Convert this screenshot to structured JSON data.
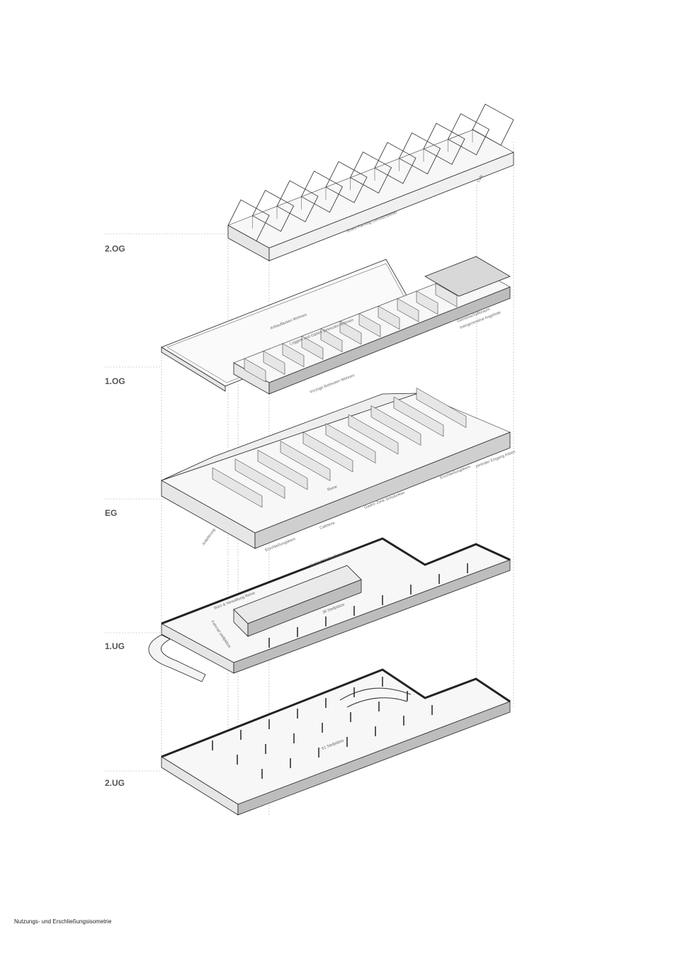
{
  "caption": "Nutzungs- und Erschließungsisometrie",
  "levels": {
    "og2": "2.OG",
    "og1": "1.OG",
    "eg": "EG",
    "ug1": "1.UG",
    "ug2": "2.UG"
  },
  "labels": {
    "green_farming": "Green Farming Gemüschbeser",
    "cafe": "Cafe",
    "ansprechen_wohnen": "Anbaufläcken Wohnen",
    "loggien": "Loggien und Gärten Betreuten Wohnen",
    "gemeinschaftsraum": "Gemeinschaftsraum",
    "intergenerative": "Intergenerative Angebote",
    "vorbereitetes_wohnen": "Vorzüge Betreuten Wohnen",
    "erschliessungskern": "Erschließungskern",
    "zentraler_eingang": "zentraler Eingang Kitsen",
    "reine": "Reine",
    "gastro": "Gastro Zone Schulunkier",
    "anlieferung": "Anlieferung",
    "erschliessungskern2": "Erschließungskern",
    "cafeteria": "Cafeteria",
    "verkauf": "Verkauf Verkaufsraum",
    "buero": "Büro & Verwaltung Reine",
    "fahrrad": "Fahrrad stellplätze",
    "stellplaetze1": "35 Stellplätze",
    "stellplaetze2": "61 Stellplätze"
  }
}
